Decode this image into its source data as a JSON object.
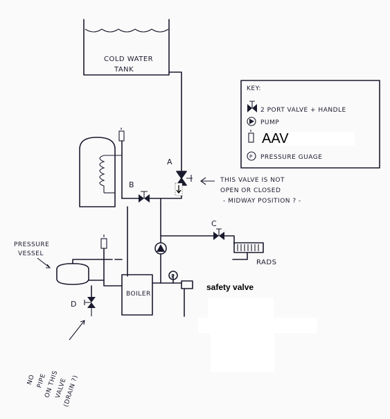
{
  "labels": {
    "tank": [
      "COLD WATER",
      "TANK"
    ],
    "valve_a": "A",
    "valve_b": "B",
    "valve_c": "C",
    "valve_d": "D",
    "note_a": [
      "THIS VALVE IS NOT",
      "OPEN OR CLOSED",
      "- MIDWAY POSITION ? -"
    ],
    "pressure_vessel": [
      "PRESSURE",
      "VESSEL"
    ],
    "boiler": "BOILER",
    "rads": "RADS",
    "safety_valve": "safety valve",
    "drain_note": [
      "NO",
      "PIPE",
      "ON THIS",
      "VALVE",
      "(DRAIN ?)"
    ]
  },
  "key": {
    "title": "KEY:",
    "items": [
      {
        "icon": "two-port-valve-icon",
        "label": "2 PORT VALVE + HANDLE"
      },
      {
        "icon": "pump-icon",
        "label": "PUMP"
      },
      {
        "icon": "aav-icon",
        "label": "AAV"
      },
      {
        "icon": "pressure-gauge-icon",
        "label": "PRESSURE GUAGE"
      }
    ]
  },
  "colors": {
    "ink": "#1a1a2e",
    "paper": "#fafafa"
  }
}
